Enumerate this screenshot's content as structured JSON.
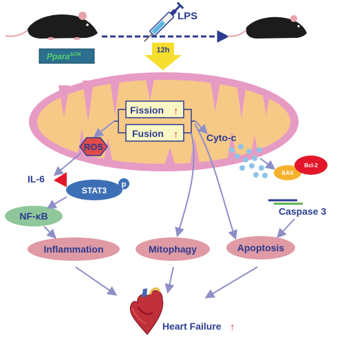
{
  "treatment": {
    "drug": "LPS",
    "genotype_prefix": "Ppara",
    "genotype_superscript": "ΔCM",
    "time": "12h"
  },
  "mitochondrion": {
    "fission": "Fission",
    "fusion": "Fusion",
    "up_arrow": "↑"
  },
  "molecules": {
    "ros": "ROS",
    "il6": "IL-6",
    "stat3": "STAT3",
    "phospho": "p",
    "nfkb": "NF-κB",
    "cytoc": "Cyto-c",
    "bax": "BAX",
    "bcl2": "Bcl-2",
    "caspase3": "Caspase 3"
  },
  "processes": {
    "inflammation": "Inflammation",
    "mitophagy": "Mitophagy",
    "apoptosis": "Apoptosis"
  },
  "outcome": {
    "label": "Heart Failure",
    "up_arrow": "↑"
  },
  "colors": {
    "navy": "#2b3b8f",
    "arrow": "#8e8fc7",
    "mito_outer": "#e69bc4",
    "mito_inner": "#f6c987",
    "process_fill": "#e09aa4",
    "ros_fill": "#e04a4a",
    "stat3_fill": "#3d6fb6",
    "nfkb_fill": "#8fc79a",
    "box_fill": "#fbf7c5",
    "bcl2_fill": "#e4172a",
    "bax_fill": "#f6b12c",
    "red_arrow": "#e03030",
    "yellow_arrow": "#f5de2d"
  },
  "icons": [
    "mouse-icon",
    "syringe-icon",
    "heart-icon"
  ]
}
